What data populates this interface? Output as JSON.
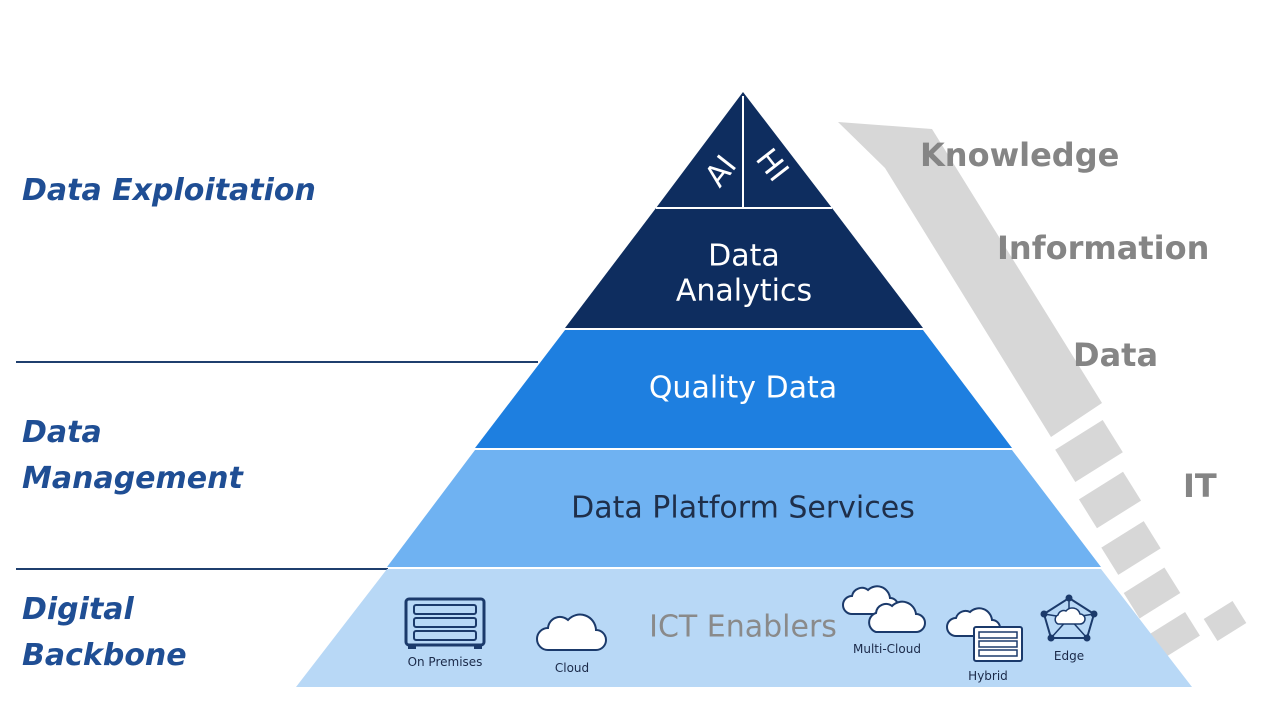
{
  "left_sections": {
    "exploitation": "Data Exploitation",
    "management": [
      "Data",
      "Management"
    ],
    "backbone": [
      "Digital",
      "Backbone"
    ]
  },
  "pyramid": {
    "apex": {
      "left": "AI",
      "right": "HI"
    },
    "tiers": [
      {
        "lines": [
          "Data",
          "Analytics"
        ],
        "color": "#0e2d5f",
        "text_color": "#ffffff"
      },
      {
        "lines": [
          "Quality Data"
        ],
        "color": "#1e7fe0",
        "text_color": "#ffffff"
      },
      {
        "lines": [
          "Data Platform Services"
        ],
        "color": "#6fb2f2",
        "text_color": "#1f2f4a"
      },
      {
        "lines": [
          "ICT Enablers"
        ],
        "color": "#b8d8f6",
        "text_color": "#8a8a8a"
      }
    ]
  },
  "ict_icons": [
    {
      "icon": "server-rack-icon",
      "caption": "On Premises"
    },
    {
      "icon": "cloud-icon",
      "caption": "Cloud"
    },
    {
      "icon": "multi-cloud-icon",
      "caption": "Multi-Cloud"
    },
    {
      "icon": "hybrid-icon",
      "caption": "Hybrid"
    },
    {
      "icon": "edge-network-icon",
      "caption": "Edge"
    }
  ],
  "arrow_labels": [
    "Knowledge",
    "Information",
    "Data",
    "IT"
  ],
  "colors": {
    "left_label": "#1f4e94",
    "arrow": "#d7d7d7",
    "arrow_label": "#858585",
    "divider": "#1f3f6e"
  }
}
